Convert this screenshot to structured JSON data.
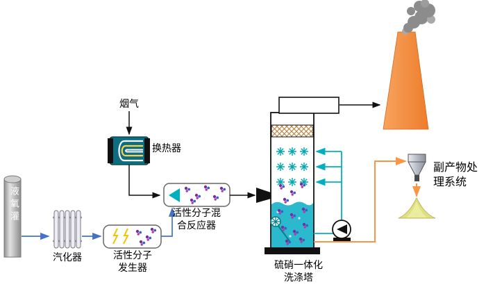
{
  "diagram": {
    "labels": {
      "tank": "液氧灌",
      "vaporizer": "汽化器",
      "generator": "活性分子\n发生器",
      "flue_gas": "烟气",
      "heat_exchanger": "换热器",
      "reactor": "活性分子混\n合反应器",
      "tower": "硫硝一体化\n洗涤塔",
      "byproduct": "副产物处\n理系统"
    },
    "colors": {
      "oxygen_flow_blue": "#4472c4",
      "flue_path_black": "#111111",
      "circulation_cyan": "#00b0c0",
      "byproduct_orange": "#f79646",
      "chimney_orange": "#f08a3c",
      "smoke_gray": "#8c8c8c",
      "tower_liquid_cyan": "#2ab9cd",
      "hatch_tan": "#b5803c",
      "spark_yellow": "#f2c500",
      "molecule_purple": "#7030a0",
      "molecule_blue": "#3a5fc8",
      "molecule_magenta": "#b43aa0",
      "pile_yellow": "#e0e080",
      "heat_exchanger_teal": "#0d6e80",
      "spray_teal": "#00a8b4",
      "tank_gray": "#9a9a9a"
    }
  }
}
